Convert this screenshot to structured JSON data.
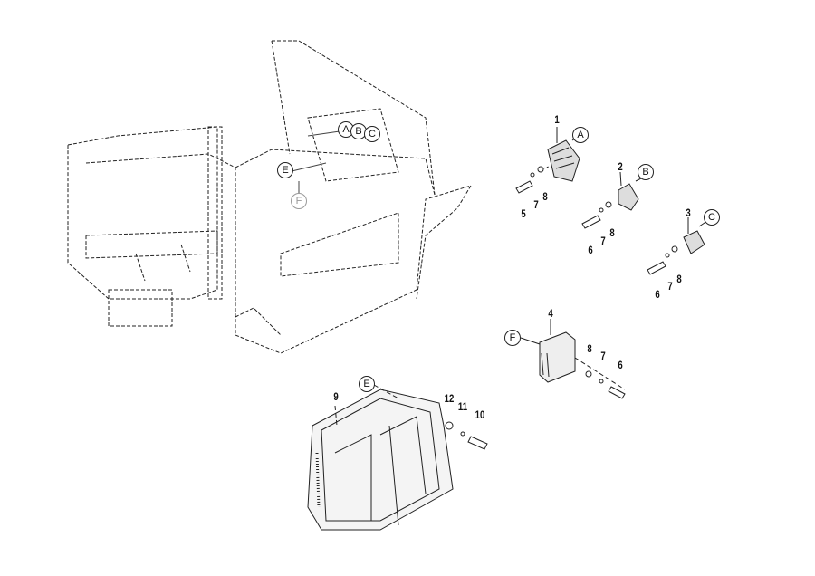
{
  "callouts": {
    "p1": "1",
    "p2": "2",
    "p3": "3",
    "p4": "4",
    "p5": "5",
    "p9": "9",
    "p10": "10",
    "p11": "11",
    "p12": "12",
    "a6": "6",
    "a7": "7",
    "a8": "8",
    "b6": "6",
    "b7": "7",
    "b8": "8",
    "c7": "7",
    "c8": "8",
    "d6": "6",
    "d7": "7",
    "d8": "8"
  },
  "refs": {
    "A": "A",
    "B": "B",
    "C": "C",
    "E": "E",
    "F": "F"
  }
}
